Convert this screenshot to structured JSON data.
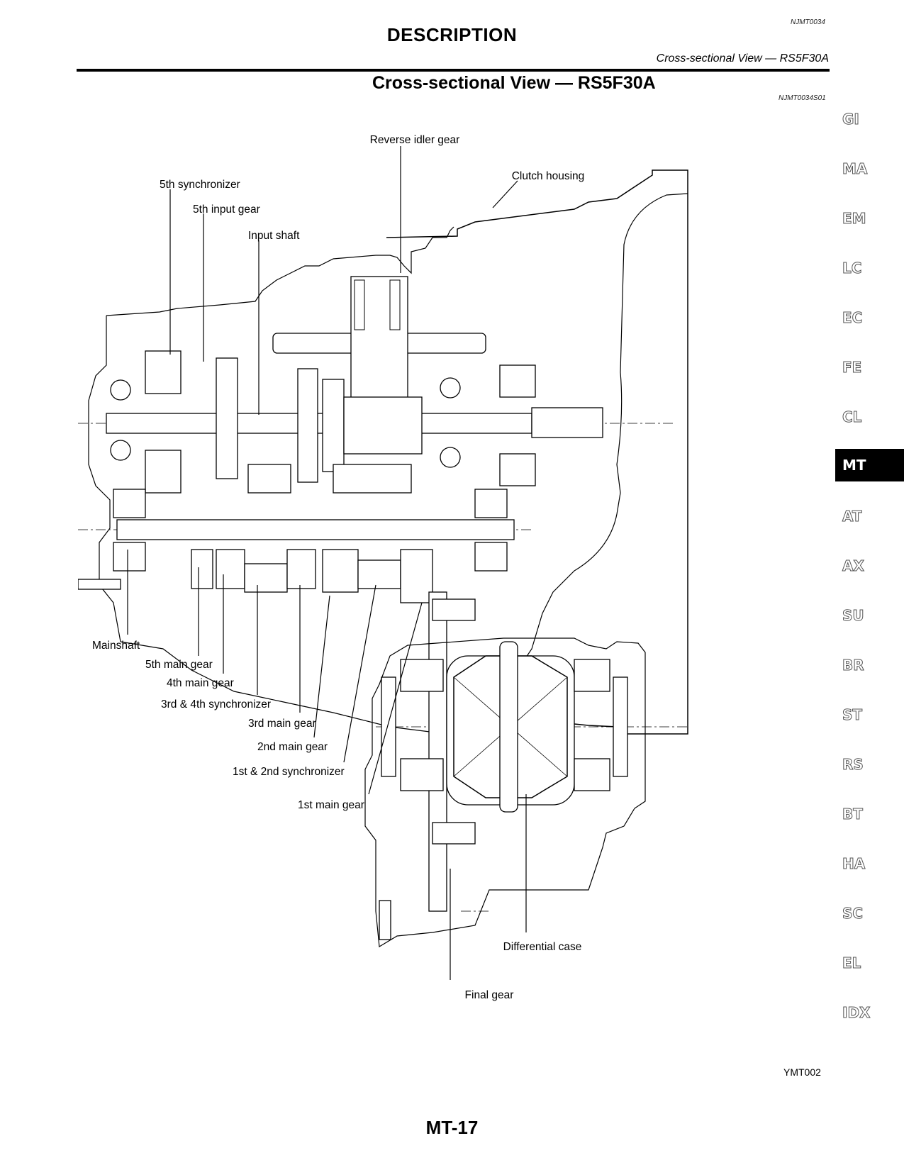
{
  "header": {
    "code": "NJMT0034",
    "title": "DESCRIPTION",
    "subtitle": "Cross-sectional View — RS5F30A"
  },
  "section": {
    "title": "Cross-sectional View — RS5F30A",
    "code": "NJMT0034S01"
  },
  "sidebar": {
    "tabs": [
      "GI",
      "MA",
      "EM",
      "LC",
      "EC",
      "FE",
      "CL",
      "MT",
      "AT",
      "AX",
      "SU",
      "BR",
      "ST",
      "RS",
      "BT",
      "HA",
      "SC",
      "EL",
      "IDX"
    ],
    "active": "MT"
  },
  "figure": {
    "labels": {
      "reverse_idler_gear": "Reverse idler gear",
      "clutch_housing": "Clutch housing",
      "fifth_synchronizer": "5th synchronizer",
      "fifth_input_gear": "5th input gear",
      "input_shaft": "Input shaft",
      "mainshaft": "Mainshaft",
      "fifth_main_gear": "5th main gear",
      "fourth_main_gear": "4th main gear",
      "third_fourth_synchronizer": "3rd & 4th synchronizer",
      "third_main_gear": "3rd main gear",
      "second_main_gear": "2nd main gear",
      "first_second_synchronizer": "1st & 2nd synchronizer",
      "first_main_gear": "1st main gear",
      "differential_case": "Differential case",
      "final_gear": "Final gear"
    },
    "code": "YMT002"
  },
  "footer": {
    "page_number": "MT-17"
  }
}
